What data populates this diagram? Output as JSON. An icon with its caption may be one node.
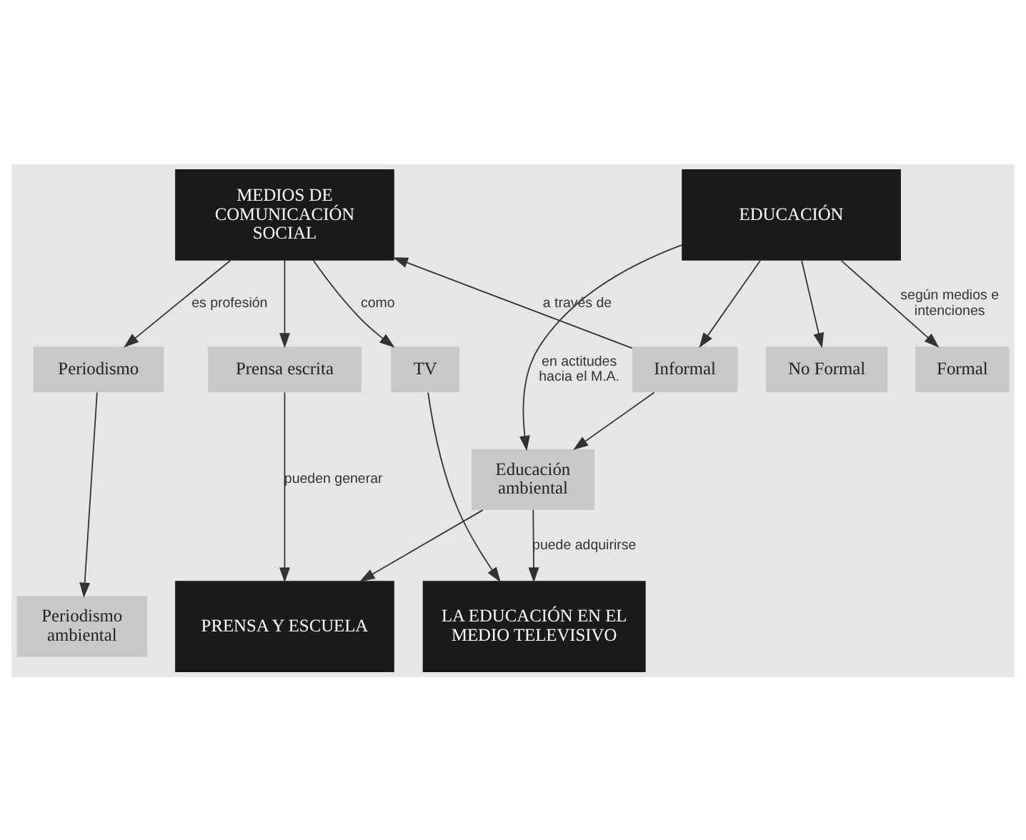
{
  "diagram": {
    "nodes": [
      {
        "text": [
          "MEDIOS DE COMUNICACIÓN SOCIAL"
        ]
      },
      {
        "text": [
          "EDUCACIÓN"
        ]
      },
      {
        "text": [
          "TV"
        ]
      },
      {
        "text": [
          "Prensa escrita"
        ]
      },
      {
        "text": [
          "Periodismo"
        ]
      },
      {
        "text": [
          "Informal"
        ]
      },
      {
        "text": [
          "No Formal"
        ]
      },
      {
        "text": [
          "Formal"
        ]
      },
      {
        "text": [
          "Educación ambiental"
        ]
      },
      {
        "text": [
          "LA EDUCACIÓN EN EL MEDIO TELEVISIVO"
        ]
      },
      {
        "text": [
          "PRENSA Y ESCUELA"
        ]
      },
      {
        "text": [
          "Periodismo ambiental"
        ]
      }
    ],
    "edges": [
      {
        "from": 0,
        "to": 2,
        "arrow": "to",
        "label": "como"
      },
      {
        "from": 0,
        "to": 3,
        "arrow": "to"
      },
      {
        "from": 0,
        "to": 4,
        "arrow": "to",
        "label": "es profesión"
      },
      {
        "from": 5,
        "to": 0,
        "arrow": "to",
        "label": "a través de"
      },
      {
        "from": 1,
        "to": 5,
        "arrow": "to"
      },
      {
        "from": 1,
        "to": 6,
        "arrow": "to"
      },
      {
        "from": 1,
        "to": 7,
        "arrow": "to",
        "label": "según medios e intenciones"
      },
      {
        "from": 1,
        "to": 8,
        "arrow": "to",
        "label": "en actitudes hacia el M.A."
      },
      {
        "from": 5,
        "to": 8,
        "arrow": "to"
      },
      {
        "from": 2,
        "to": 9,
        "arrow": "to"
      },
      {
        "from": 3,
        "to": 10,
        "arrow": "to",
        "label": "pueden generar"
      },
      {
        "from": 4,
        "to": 11,
        "arrow": "to"
      },
      {
        "from": 8,
        "to": 9,
        "arrow": "to",
        "label": "puede adquirirse"
      },
      {
        "from": 8,
        "to": 10,
        "arrow": "to"
      }
    ]
  }
}
